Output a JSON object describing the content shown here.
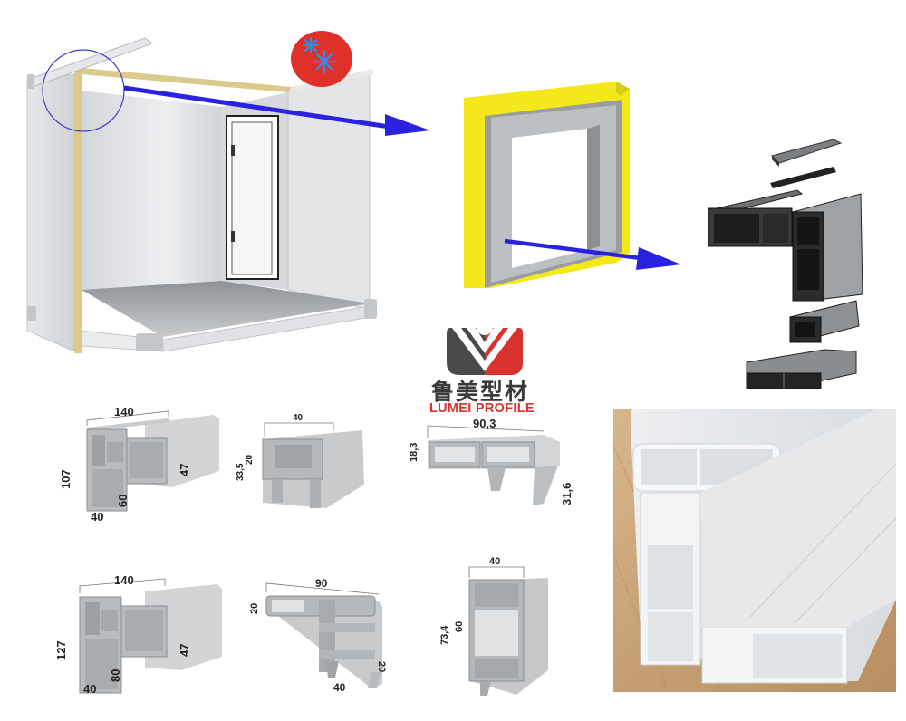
{
  "page": {
    "title": "Cold room PVC profile system",
    "background": "#ffffff"
  },
  "colors": {
    "arrow_blue": "#2a22e0",
    "highlight_circle": "#3c3ccc",
    "cold_badge_red": "#e0302a",
    "snowflake_blue": "#2e8fe8",
    "insulation_yellow": "#f4e81a",
    "profile_grey": "#b9bcbf",
    "logo_red": "#d7322b",
    "logo_dark": "#4a4a4a",
    "wood": "#c9a47a"
  },
  "illustrations": {
    "cold_room": {
      "label": "cold-room-cutaway",
      "badge_icon": "snowflake-icon",
      "badge_icon_count": 2
    },
    "door_frame": {
      "label": "insulated-door-frame"
    },
    "exploded_profile": {
      "label": "exploded-profile-assembly",
      "parts": 4
    },
    "photo": {
      "label": "white-pvc-profile-photo"
    }
  },
  "logo": {
    "chinese": "鲁美型材",
    "english": "LUMEI PROFILE"
  },
  "profiles": [
    {
      "id": "frame-107",
      "dims": {
        "width": "140",
        "height": "107",
        "side": "47",
        "inner": "60",
        "base": "40"
      }
    },
    {
      "id": "clip-33",
      "dims": {
        "width": "40",
        "height": "33,5",
        "inner": "20"
      }
    },
    {
      "id": "cap-90",
      "dims": {
        "width": "90,3",
        "height": "18,3",
        "depth": "31,6"
      }
    },
    {
      "id": "frame-127",
      "dims": {
        "width": "140",
        "height": "127",
        "side": "47",
        "inner": "80",
        "base": "40"
      }
    },
    {
      "id": "sash-90",
      "dims": {
        "width": "90",
        "height": "20",
        "side": "20",
        "base": "40"
      }
    },
    {
      "id": "jamb-73",
      "dims": {
        "width": "40",
        "height": "73,4",
        "inner": "60"
      }
    }
  ]
}
